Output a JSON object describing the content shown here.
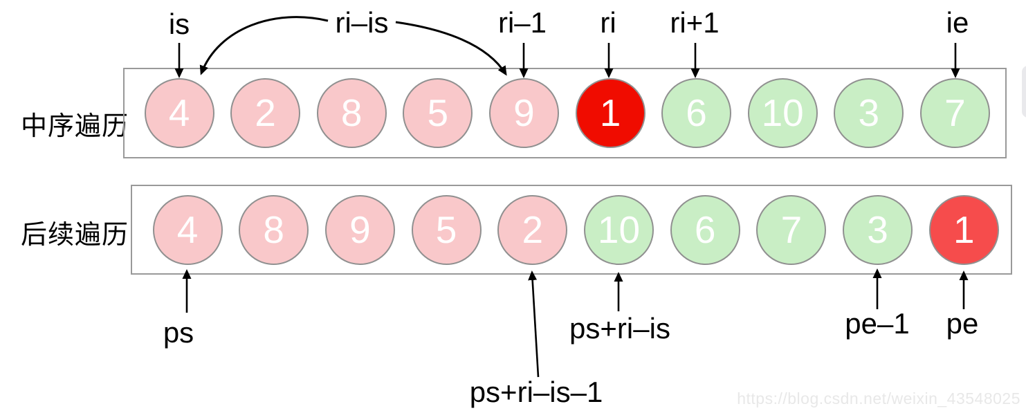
{
  "rows": [
    {
      "label": "中序遍历",
      "cells": [
        {
          "value": "4",
          "color": "pink"
        },
        {
          "value": "2",
          "color": "pink"
        },
        {
          "value": "8",
          "color": "pink"
        },
        {
          "value": "5",
          "color": "pink"
        },
        {
          "value": "9",
          "color": "pink"
        },
        {
          "value": "1",
          "color": "red"
        },
        {
          "value": "6",
          "color": "green"
        },
        {
          "value": "10",
          "color": "green"
        },
        {
          "value": "3",
          "color": "green"
        },
        {
          "value": "7",
          "color": "green"
        }
      ]
    },
    {
      "label": "后续遍历",
      "cells": [
        {
          "value": "4",
          "color": "pink"
        },
        {
          "value": "8",
          "color": "pink"
        },
        {
          "value": "9",
          "color": "pink"
        },
        {
          "value": "5",
          "color": "pink"
        },
        {
          "value": "2",
          "color": "pink"
        },
        {
          "value": "10",
          "color": "green"
        },
        {
          "value": "6",
          "color": "green"
        },
        {
          "value": "7",
          "color": "green"
        },
        {
          "value": "3",
          "color": "green"
        },
        {
          "value": "1",
          "color": "red-light"
        }
      ]
    }
  ],
  "pointers": {
    "is": "is",
    "ri_minus_is": "ri–is",
    "ri_minus_1": "ri–1",
    "ri": "ri",
    "ri_plus_1": "ri+1",
    "ie": "ie",
    "ps": "ps",
    "ps_ri_is_1": "ps+ri–is–1",
    "ps_ri_is": "ps+ri–is",
    "pe_minus_1": "pe–1",
    "pe": "pe"
  },
  "watermark": "https://blog.csdn.net/weixin_43548025",
  "colors": {
    "pink": "#f9c8ca",
    "green": "#c9eec5",
    "red_top": "#f00c00",
    "red_bottom": "#f64c4c",
    "circle_border": "#909090",
    "box_border": "#999999",
    "arrow": "#000000",
    "watermark": "#e8e8e8"
  }
}
